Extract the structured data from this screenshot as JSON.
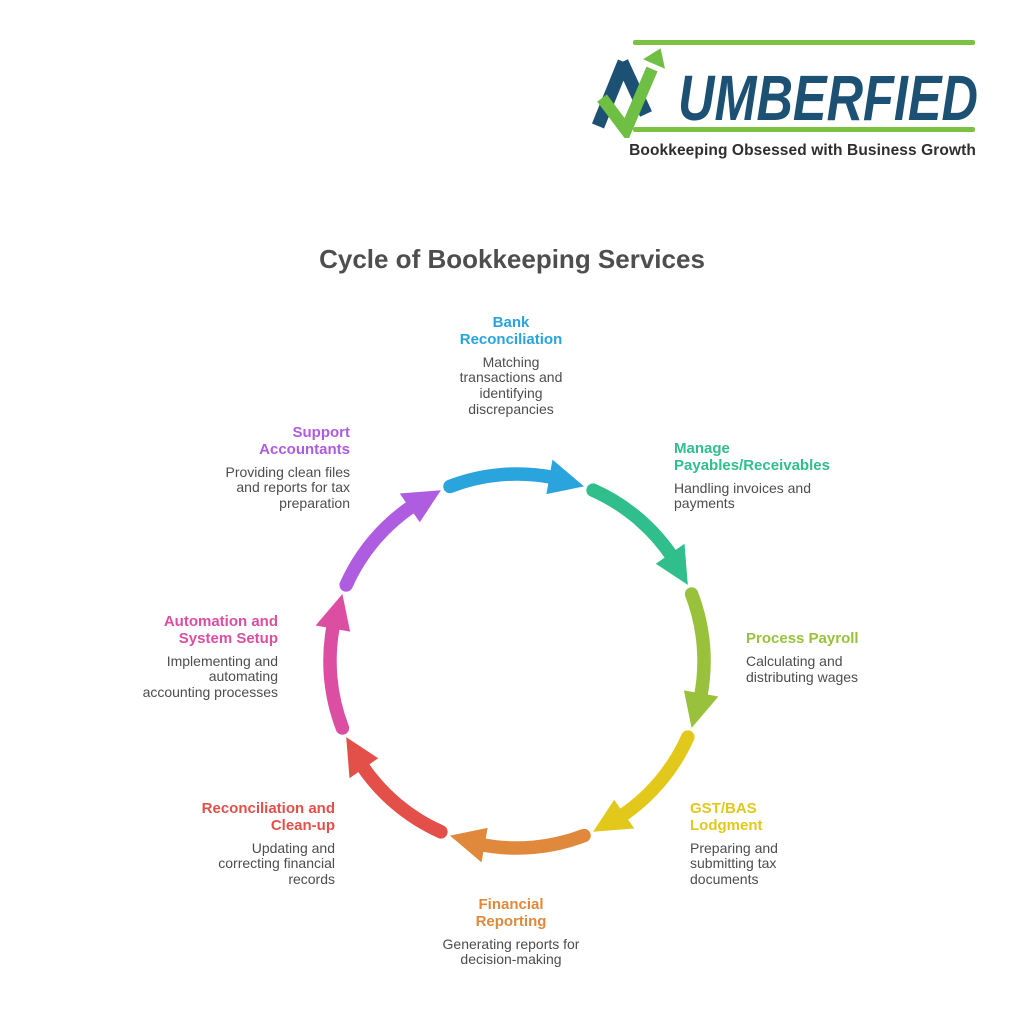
{
  "logo": {
    "brand_name": "NUMBERFIED",
    "wordmark": "UMBERFIED",
    "tagline": "Bookkeeping Obsessed with Business Growth",
    "navy": "#1C5174",
    "arrow_green": "#6FBF44",
    "line_green": "#7CC242"
  },
  "title": "Cycle of Bookkeeping Services",
  "cycle": {
    "items": [
      {
        "id": "bank-reconciliation",
        "label": "Bank\nReconciliation",
        "description": "Matching\ntransactions and\nidentifying\ndiscrepancies",
        "color": "#2AA4DD"
      },
      {
        "id": "manage-payables-receivables",
        "label": "Manage\nPayables/Receivables",
        "description": "Handling invoices and\npayments",
        "color": "#2FBE8C"
      },
      {
        "id": "process-payroll",
        "label": "Process Payroll",
        "description": "Calculating and\ndistributing wages",
        "color": "#99C13C"
      },
      {
        "id": "gst-bas-lodgment",
        "label": "GST/BAS\nLodgment",
        "description": "Preparing and\nsubmitting tax\ndocuments",
        "color": "#E3C81C"
      },
      {
        "id": "financial-reporting",
        "label": "Financial\nReporting",
        "description": "Generating reports for\ndecision-making",
        "color": "#E0893D"
      },
      {
        "id": "reconciliation-clean-up",
        "label": "Reconciliation and\nClean-up",
        "description": "Updating and\ncorrecting financial\nrecords",
        "color": "#E25049"
      },
      {
        "id": "automation-system-setup",
        "label": "Automation and\nSystem Setup",
        "description": "Implementing and\nautomating\naccounting processes",
        "color": "#DC4EA1"
      },
      {
        "id": "support-accountants",
        "label": "Support\nAccountants",
        "description": "Providing clean files\nand reports for tax\npreparation",
        "color": "#AE5CE0"
      }
    ]
  }
}
